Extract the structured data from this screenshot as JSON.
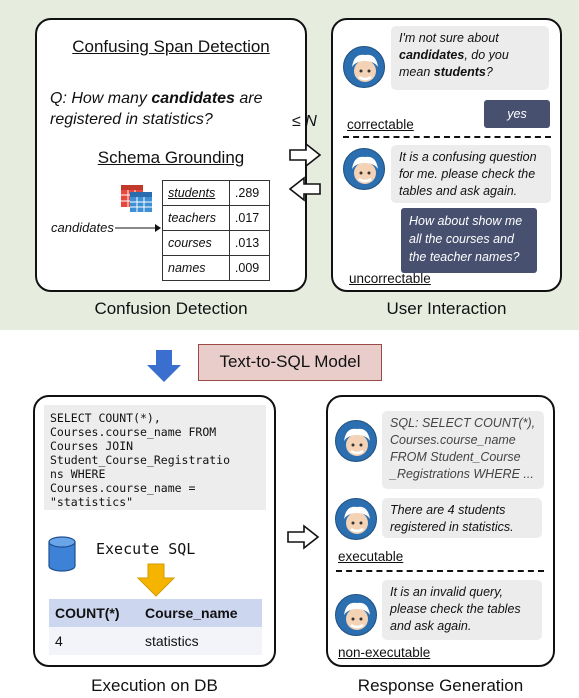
{
  "confusion_detection": {
    "title": "Confusing Span Detection",
    "question_prefix": "Q: How many ",
    "question_bold": "candidates",
    "question_suffix": " are registered in statistics?",
    "schema_title": "Schema Grounding",
    "input_term": "candidates",
    "schema_rows": [
      {
        "name": "students",
        "score": ".289"
      },
      {
        "name": "teachers",
        "score": ".017"
      },
      {
        "name": "courses",
        "score": ".013"
      },
      {
        "name": "names",
        "score": ".009"
      }
    ],
    "caption": "Confusion Detection"
  },
  "loop_label": "≤ N",
  "user_interaction": {
    "bot_msg1_a": "I'm not sure about ",
    "bot_msg1_b": "candidates",
    "bot_msg1_c": ", do you mean ",
    "bot_msg1_d": "students",
    "bot_msg1_e": "?",
    "user_msg1": "yes",
    "correctable": "correctable",
    "bot_msg2": "It is a confusing question for me. please check the tables and ask again.",
    "user_msg2": "How about show me all the courses and the teacher names?",
    "uncorrectable": "uncorrectable",
    "caption": "User Interaction"
  },
  "model_label": "Text-to-SQL Model",
  "execution": {
    "sql": "SELECT COUNT(*),\nCourses.course_name FROM\nCourses JOIN\nStudent_Course_Registratio\nns WHERE\nCourses.course_name =\n\"statistics\"",
    "execute_label": "Execute SQL",
    "result_headers": [
      "COUNT(*)",
      "Course_name"
    ],
    "result_row": [
      "4",
      "statistics"
    ],
    "caption": "Execution on DB"
  },
  "response": {
    "msg1": "SQL: SELECT COUNT(*), Courses.course_name FROM Student_Course _Registrations WHERE ...",
    "msg2": "There are 4 students registered in statistics.",
    "executable": "executable",
    "msg3": "It is an invalid query, please check the tables and ask again.",
    "non_executable": "non-executable",
    "caption": "Response Generation"
  },
  "colors": {
    "top_background": "#e6eddf",
    "model_box": "#e9cdcb",
    "model_border": "#9b4a48",
    "user_bubble": "#47506f",
    "blue_arrow": "#3a6fd0",
    "yellow_arrow": "#f5b400",
    "table_header": "#ccd6ef"
  }
}
